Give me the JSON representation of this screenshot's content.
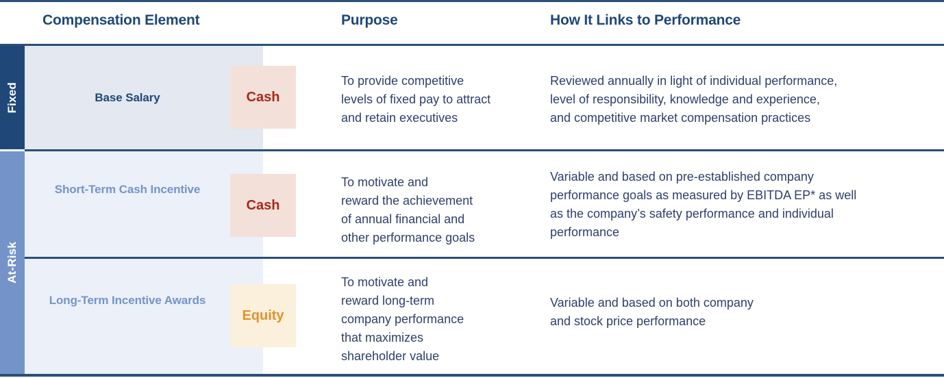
{
  "colors": {
    "navy_rule": "#2A4F79",
    "rail_fixed": "#1F4878",
    "rail_at_risk": "#7494C9",
    "band_fixed": "#E3E8F1",
    "band_at_risk": "#EBF0F9",
    "heading_navy": "#1F4878",
    "label_light_blue": "#7494C9",
    "body_text": "#2E3F6B",
    "chip_cash_bg": "#F3E1D9",
    "chip_cash_text": "#A8281F",
    "chip_equity_bg": "#FAF0DC",
    "chip_equity_text": "#E0932A"
  },
  "header": {
    "element": "Compensation Element",
    "purpose": "Purpose",
    "links": "How It Links to Performance"
  },
  "rails": [
    {
      "label": "Fixed",
      "style": "dark"
    },
    {
      "label": "At-Risk",
      "style": "light"
    }
  ],
  "rows": [
    {
      "category": "Fixed",
      "element": "Base Salary",
      "chip_label": "Cash",
      "chip_type": "cash",
      "purpose": "To provide competitive\nlevels of fixed pay to attract\nand retain executives",
      "links": "Reviewed annually in light of individual performance,\nlevel of responsibility, knowledge and experience,\nand competitive market compensation practices"
    },
    {
      "category": "At-Risk",
      "element": "Short-Term\nCash Incentive",
      "chip_label": "Cash",
      "chip_type": "cash",
      "purpose": "To motivate and\nreward the achievement\nof annual financial and\nother performance goals",
      "links": "Variable and based on pre-established company\nperformance goals as measured by EBITDA EP* as well\nas the company’s safety performance and individual\nperformance"
    },
    {
      "category": "At-Risk",
      "element": "Long-Term\nIncentive Awards",
      "chip_label": "Equity",
      "chip_type": "equity",
      "purpose": "To motivate and\nreward long-term\ncompany performance\nthat maximizes\nshareholder value",
      "links": "Variable and based on both company\nand stock price performance"
    }
  ]
}
